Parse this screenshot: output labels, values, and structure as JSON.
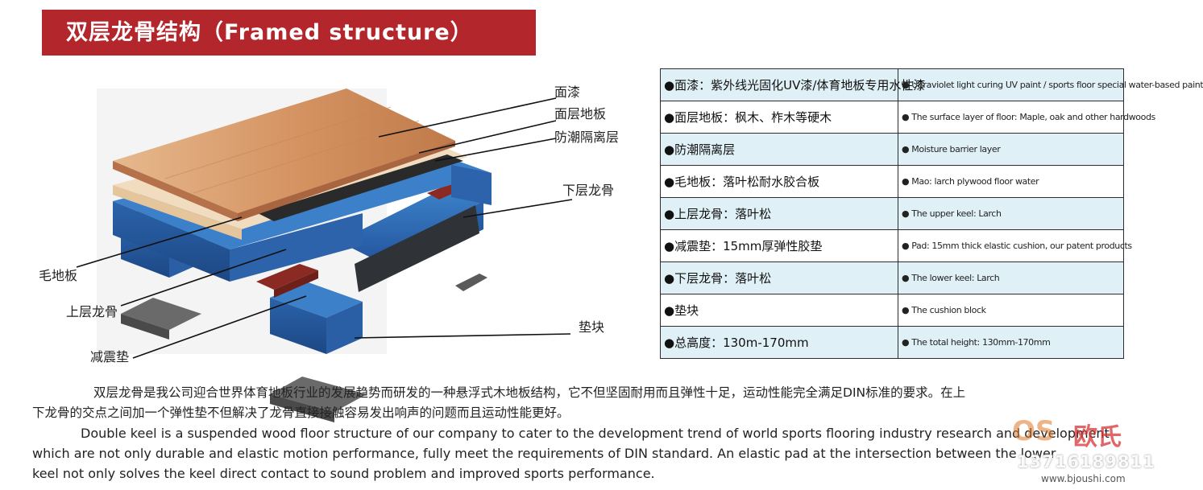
{
  "header": {
    "title": "双层龙骨结构（Framed structure）"
  },
  "diagram": {
    "labels": {
      "finish": "面漆",
      "surface": "面层地板",
      "moisture": "防潮隔离层",
      "lower_keel": "下层龙骨",
      "subfloor": "毛地板",
      "upper_keel": "上层龙骨",
      "pad": "减震垫",
      "block": "垫块"
    }
  },
  "spec_table": {
    "rows": [
      {
        "cn": "●面漆：紫外线光固化UV漆/体育地板专用水性漆",
        "en": "● Ultraviolet light curing UV paint / sports floor special water-based paint"
      },
      {
        "cn": "●面层地板：枫木、柞木等硬木",
        "en": "● The surface layer of floor: Maple, oak and other hardwoods"
      },
      {
        "cn": "●防潮隔离层",
        "en": "● Moisture barrier layer"
      },
      {
        "cn": "●毛地板：落叶松耐水胶合板",
        "en": "● Mao: larch plywood floor water"
      },
      {
        "cn": "●上层龙骨：落叶松",
        "en": "● The upper keel: Larch"
      },
      {
        "cn": "●减震垫：15mm厚弹性胶垫",
        "en": "● Pad: 15mm thick elastic cushion, our patent products"
      },
      {
        "cn": "●下层龙骨：落叶松",
        "en": "● The lower keel: Larch"
      },
      {
        "cn": "●垫块",
        "en": "● The cushion block"
      },
      {
        "cn": "●总高度：130m-170mm",
        "en": "● The total height: 130mm-170mm"
      }
    ]
  },
  "description": {
    "cn_line1": "双层龙骨是我公司迎合世界体育地板行业的发展趋势而研发的一种悬浮式木地板结构，它不但坚固耐用而且弹性十足，运动性能完全满足DIN标准的要求。在上",
    "cn_line2": "下龙骨的交点之间加一个弹性垫不但解决了龙骨直接接触容易发出响声的问题而且运动性能更好。",
    "en_line1": "Double keel is a suspended wood floor structure of our company to cater to the development trend of world sports flooring industry research and development",
    "en_line2": "which are not only durable and elastic motion performance, fully meet the requirements of DIN standard. An elastic pad at the intersection between the lower",
    "en_line3": "keel not only solves the keel direct contact to sound problem and improved sports performance."
  },
  "watermark": {
    "logo": "OS",
    "brand": "欧氏",
    "phone": "13716189811",
    "url": "www.bjoushi.com"
  },
  "colors": {
    "banner": "#b3262b",
    "table_stripe": "#dff0f6",
    "keel_blue": "#2f6db5",
    "wood": "#d79a6a",
    "pad_red": "#8a2a22"
  }
}
